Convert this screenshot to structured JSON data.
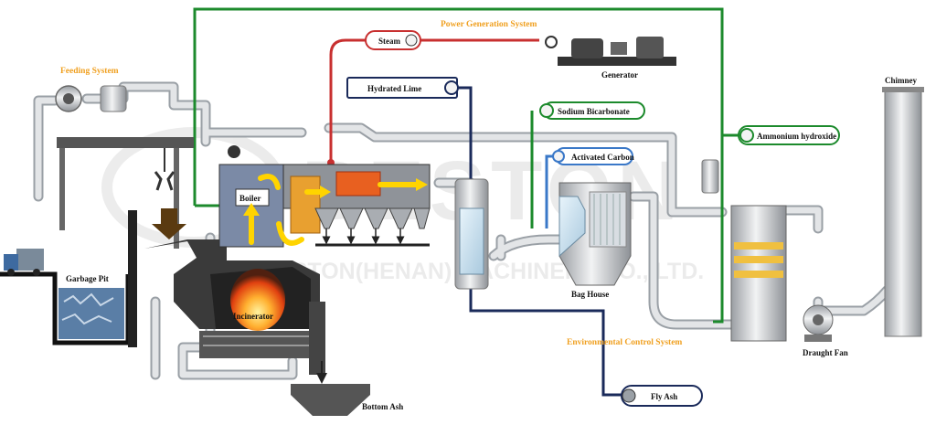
{
  "systems": {
    "power": "Power Generation System",
    "feeding": "Feeding System",
    "environmental": "Environmental Control System"
  },
  "labels": {
    "steam": "Steam",
    "generator": "Generator",
    "hydrated_lime": "Hydrated Lime",
    "sodium_bicarbonate": "Sodium Bicarbonate",
    "activated_carbon": "Activated Carbon",
    "ammonium_hydroxide": "Ammonium hydroxide",
    "chimney": "Chimney",
    "boiler": "Boiler",
    "garbage_pit": "Garbage Pit",
    "incinerator": "Incinerator",
    "bag_house": "Bag House",
    "draught_fan": "Draught Fan",
    "bottom_ash": "Bottom Ash",
    "fly_ash": "Fly Ash"
  },
  "watermark": {
    "brand": "BESTON",
    "company": "BESTON(HENAN) MACHINERY CO., LTD."
  },
  "colors": {
    "system_label": "#f0a020",
    "steam_line": "#c83030",
    "control_line": "#1c8a2c",
    "lime_line": "#1a2a5a",
    "carbon_line": "#3a78c8",
    "pipe": "#e2e4e6",
    "pipe_edge": "#9aa0a6",
    "flame": "#f06010",
    "arrow_yellow": "#ffd400",
    "arrow_brown": "#5a3a10"
  }
}
